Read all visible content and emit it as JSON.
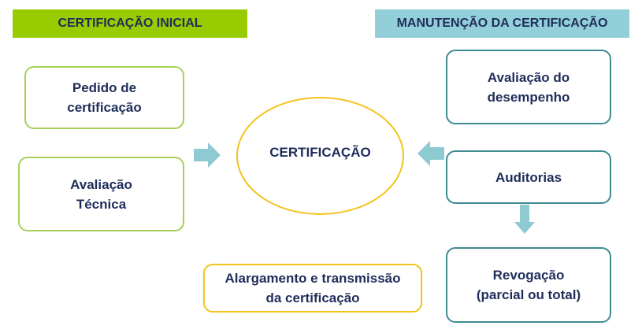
{
  "headers": {
    "left": "CERTIFICAÇÃO INICIAL",
    "right": "MANUTENÇÃO DA CERTIFICAÇÃO"
  },
  "boxes": {
    "pedido": "Pedido de\ncertificação",
    "avaliacao_tecnica": "Avaliação\nTécnica",
    "avaliacao_desempenho": "Avaliação do\ndesempenho",
    "auditorias": "Auditorias",
    "revogacao": "Revogação\n(parcial ou total)",
    "alargamento": "Alargamento  e transmissão\nda certificação"
  },
  "center": "CERTIFICAÇÃO",
  "colors": {
    "green_header": "#99cc00",
    "teal_header": "#92cfd8",
    "green_border": "#a6d05a",
    "teal_border": "#3e8b92",
    "yellow_border": "#f3c21b",
    "arrow": "#8ecad2",
    "text": "#1f2d5a"
  }
}
